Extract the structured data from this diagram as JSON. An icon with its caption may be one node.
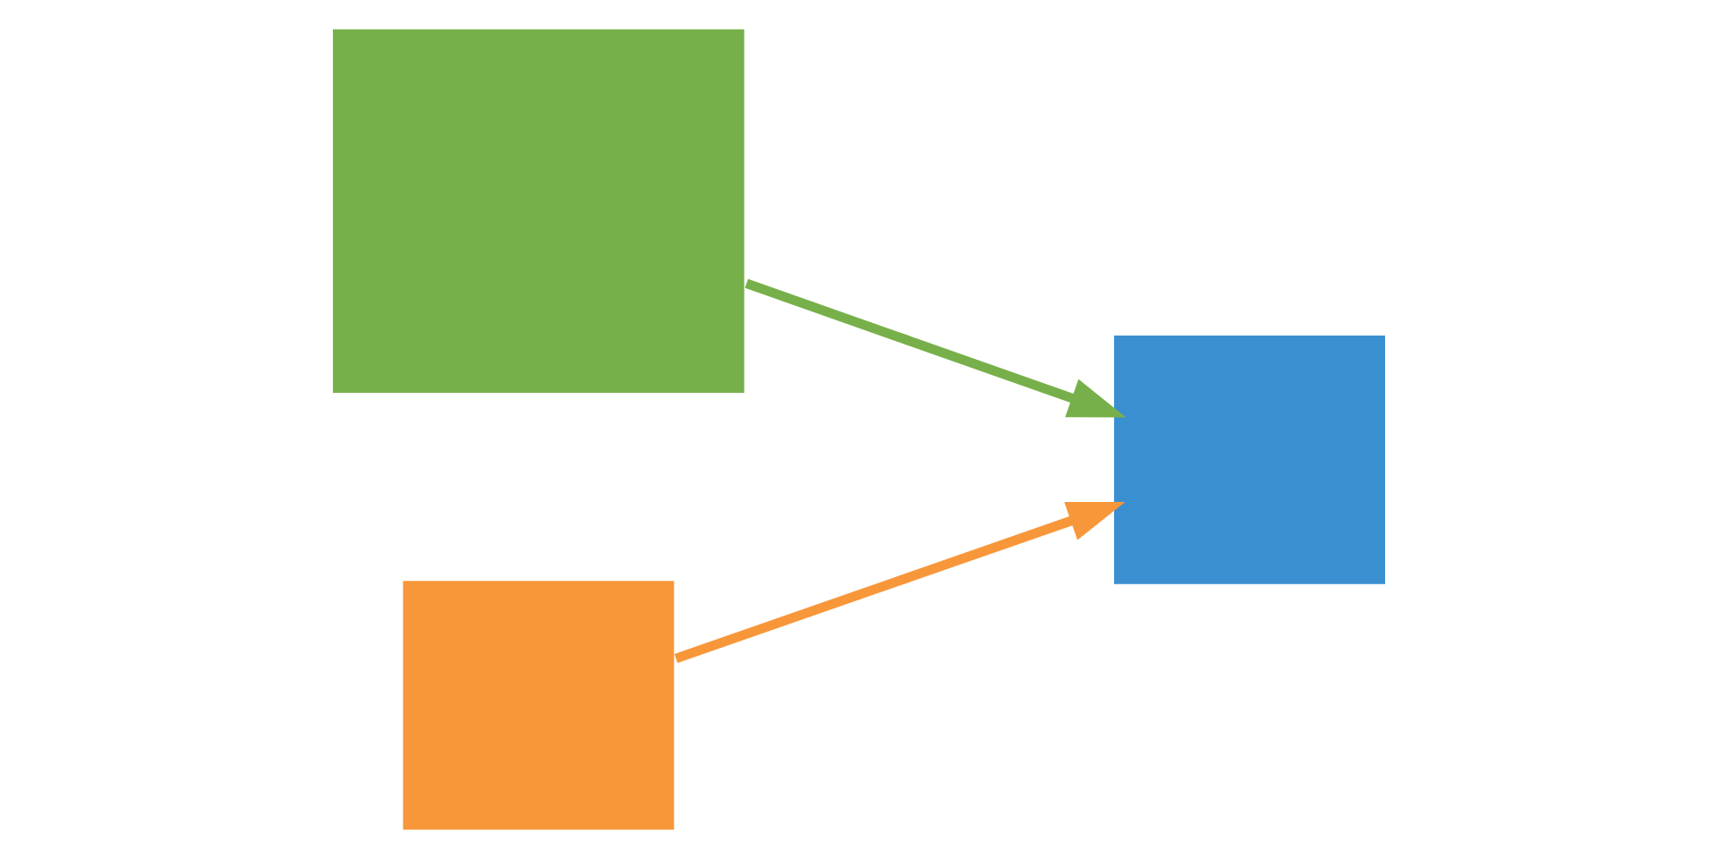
{
  "diagram": {
    "nodes": [
      {
        "text": [],
        "shape": "box"
      },
      {
        "text": [],
        "shape": "box"
      },
      {
        "text": [],
        "shape": "box"
      }
    ],
    "edges": [
      {
        "from": 0,
        "to": 2,
        "arrow": "to",
        "color": "#77b04a"
      },
      {
        "from": 1,
        "to": 2,
        "arrow": "to",
        "color": "#f7973a"
      }
    ]
  }
}
